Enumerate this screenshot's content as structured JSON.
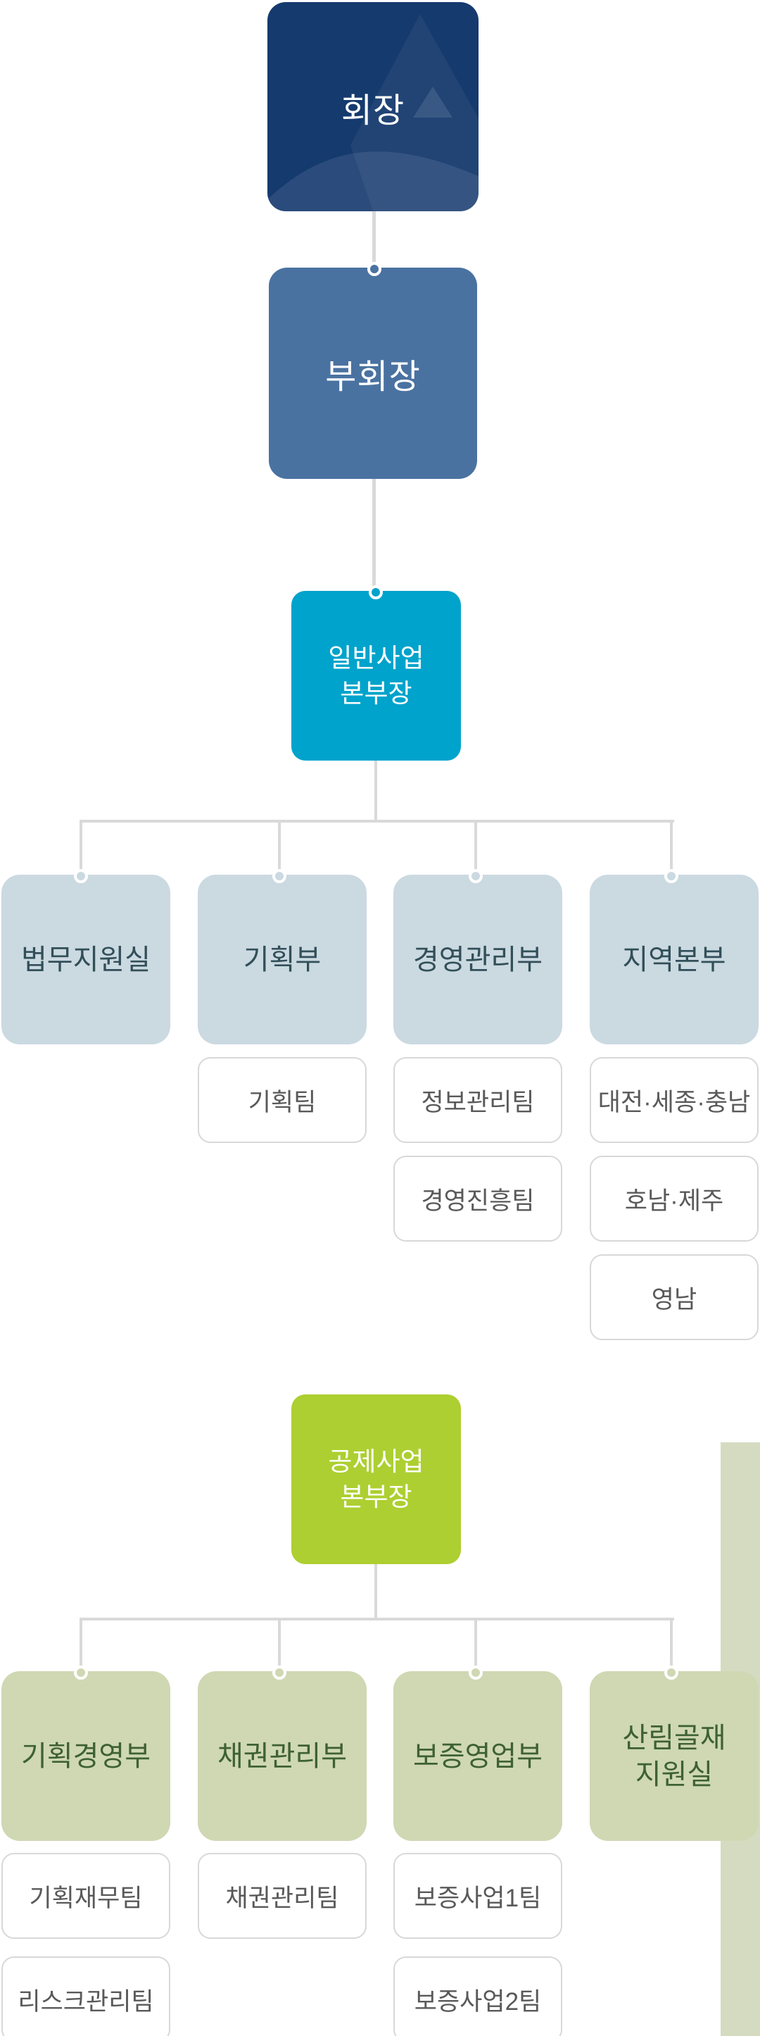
{
  "title": "organization-chart",
  "colors": {
    "chairman_navy": "#153a6e",
    "vice_slate": "#4a72a1",
    "general_cyan": "#00a3cb",
    "mutual_lime": "#adcf31",
    "dept_blue": "#cbd9e1",
    "dept_blue_text": "#324f59",
    "dept_sage": "#cfd8b3",
    "dept_sage_text": "#3e6132",
    "team_text": "#595959",
    "team_border": "#d8d8d8",
    "connector_gray": "#d9d9d9",
    "side_strip_sage": "#d5dbc1"
  },
  "tree1": {
    "root": {
      "label": "회장"
    },
    "vice": {
      "label": "부회장"
    },
    "head": {
      "label": "일반사업\n본부장"
    },
    "departments": [
      {
        "label": "법무지원실",
        "teams": []
      },
      {
        "label": "기획부",
        "teams": [
          "기획팀"
        ]
      },
      {
        "label": "경영관리부",
        "teams": [
          "정보관리팀",
          "경영진흥팀"
        ]
      },
      {
        "label": "지역본부",
        "teams": [
          "대전·세종·충남",
          "호남·제주",
          "영남"
        ]
      }
    ]
  },
  "tree2": {
    "head": {
      "label": "공제사업\n본부장"
    },
    "departments": [
      {
        "label": "기획경영부",
        "teams": [
          "기획재무팀",
          "리스크관리팀"
        ]
      },
      {
        "label": "채권관리부",
        "teams": [
          "채권관리팀"
        ]
      },
      {
        "label": "보증영업부",
        "teams": [
          "보증사업1팀",
          "보증사업2팀"
        ]
      },
      {
        "label": "산림골재\n지원실",
        "teams": []
      }
    ]
  }
}
